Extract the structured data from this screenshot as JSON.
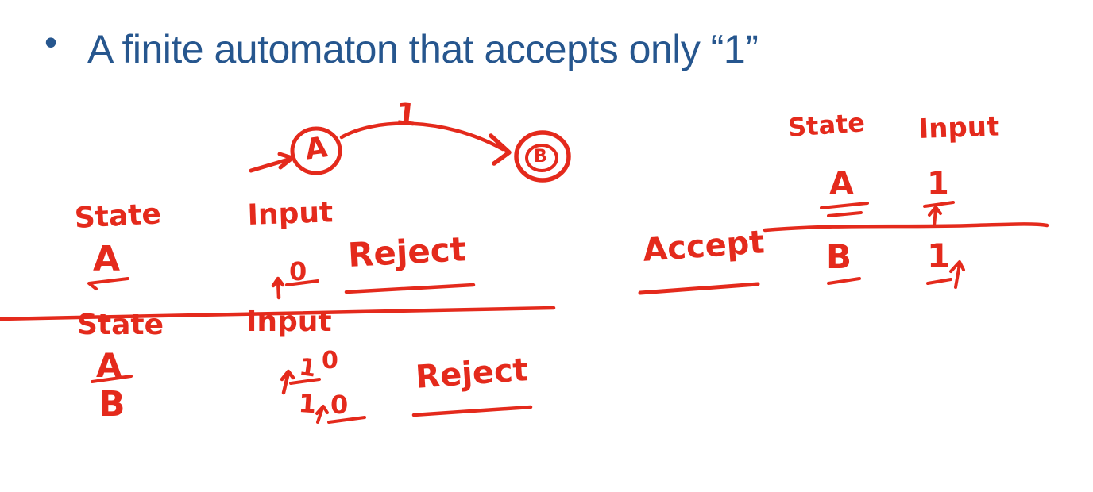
{
  "slide": {
    "bullet": "•",
    "title": "A finite automaton that accepts only “1”"
  },
  "colors": {
    "title_text": "#26568e",
    "ink_red": "#e42a1c",
    "background": "#ffffff"
  },
  "automaton": {
    "state_a": "A",
    "state_b": "B",
    "transition_label": "1"
  },
  "trace_tables": {
    "top_left": {
      "state_header": "State",
      "input_header": "Input",
      "row_a_state": "A",
      "row_a_input": "0",
      "result": "Reject"
    },
    "bottom_left": {
      "state_header": "State",
      "input_header": "Input",
      "row_a_state": "A",
      "row_a_input_first": "1",
      "row_a_input_second": "0",
      "row_b_state": "B",
      "row_b_input_first": "1",
      "row_b_input_second": "0",
      "result": "Reject"
    },
    "right": {
      "state_header": "State",
      "input_header": "Input",
      "row_a_state": "A",
      "row_a_input": "1",
      "row_b_state": "B",
      "row_b_input": "1",
      "result": "Accept"
    }
  }
}
